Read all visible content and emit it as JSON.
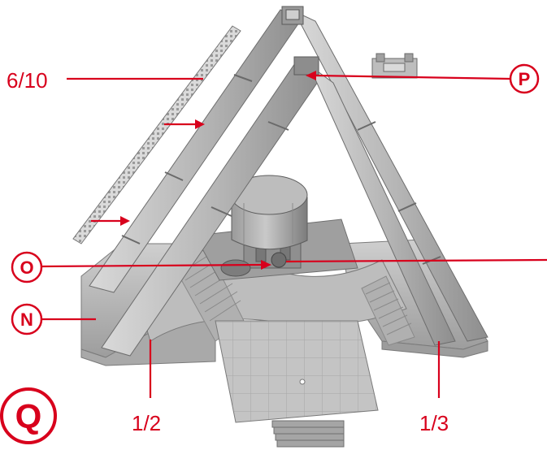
{
  "diagram": {
    "accent_color": "#d8001c",
    "model_color": "#b9b9b9",
    "labels": {
      "six_tenths": "6/10",
      "p": "P",
      "o": "O",
      "n": "N",
      "half": "1/2",
      "third": "1/3",
      "q": "Q"
    }
  }
}
